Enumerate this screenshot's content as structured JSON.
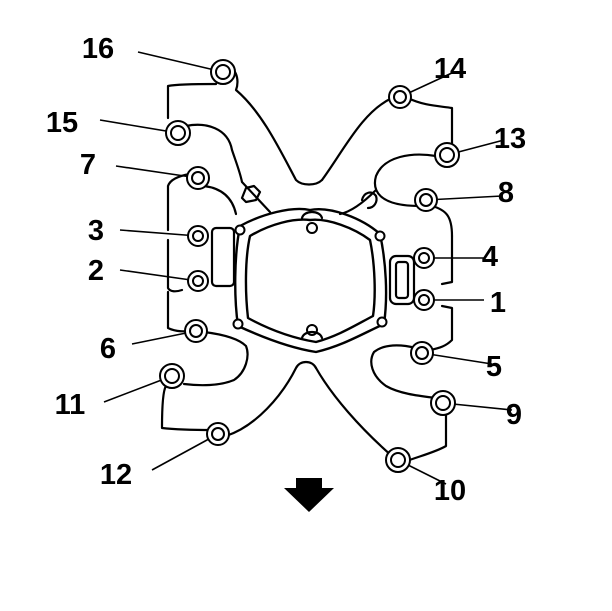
{
  "bolt_labels": [
    "1",
    "2",
    "3",
    "4",
    "5",
    "6",
    "7",
    "8",
    "9",
    "10",
    "11",
    "12",
    "13",
    "14",
    "15",
    "16"
  ],
  "colors": {
    "line": "#000000",
    "background": "#ffffff"
  },
  "icons": {
    "direction_arrow": "arrow-down-icon"
  }
}
